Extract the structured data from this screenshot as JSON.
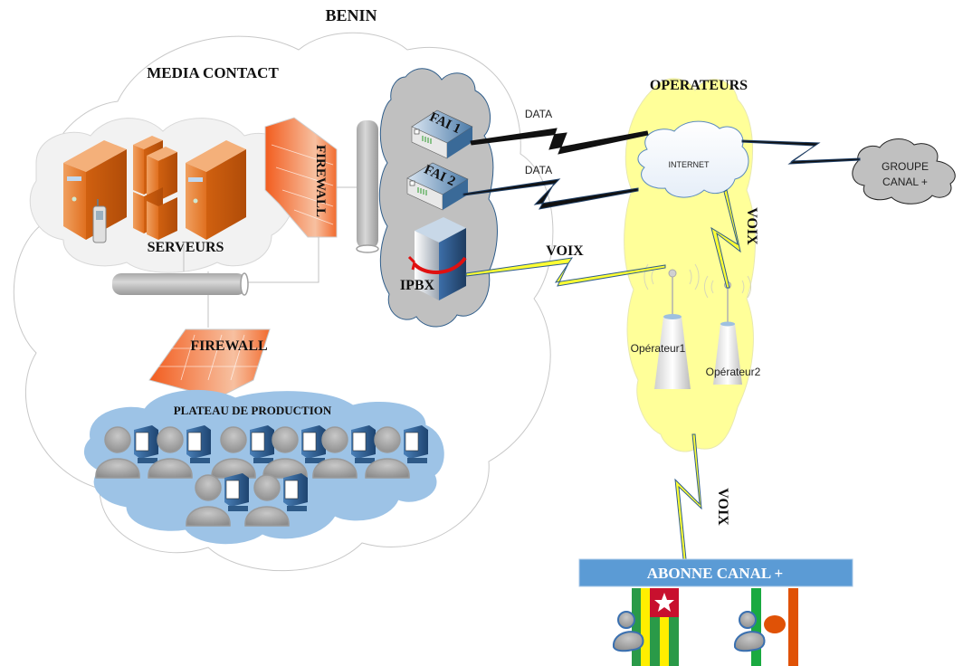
{
  "title": "BENIN",
  "zones": {
    "media_contact": "MEDIA CONTACT",
    "servers": "SERVEURS",
    "firewall_top": "FIREWALL",
    "firewall_bottom": "FIREWALL",
    "production": "PLATEAU DE PRODUCTION",
    "operators": "OPERATEURS"
  },
  "nodes": {
    "fai1": "FAI 1",
    "fai2": "FAI 2",
    "ipbx": "IPBX",
    "internet": "INTERNET",
    "groupe_canal_line1": "GROUPE",
    "groupe_canal_line2": "CANAL +",
    "operator1": "Opérateur1",
    "operator2": "Opérateur2",
    "subscribers": "ABONNE CANAL +"
  },
  "links": {
    "data1": "DATA",
    "data2": "DATA",
    "voix_ipbx": "VOIX",
    "voix_internet": "VOIX",
    "voix_subscribers": "VOIX"
  },
  "colors": {
    "server_orange": "#e0701c",
    "firewall_orange": "#f26b2e",
    "production_cloud": "#9dc3e6",
    "operator_cloud": "#ffff99",
    "isp_cloud": "#c0c0c0",
    "banner_blue": "#5b9bd5",
    "lightning_yellow": "#ffff33"
  },
  "workstation_count": 8
}
